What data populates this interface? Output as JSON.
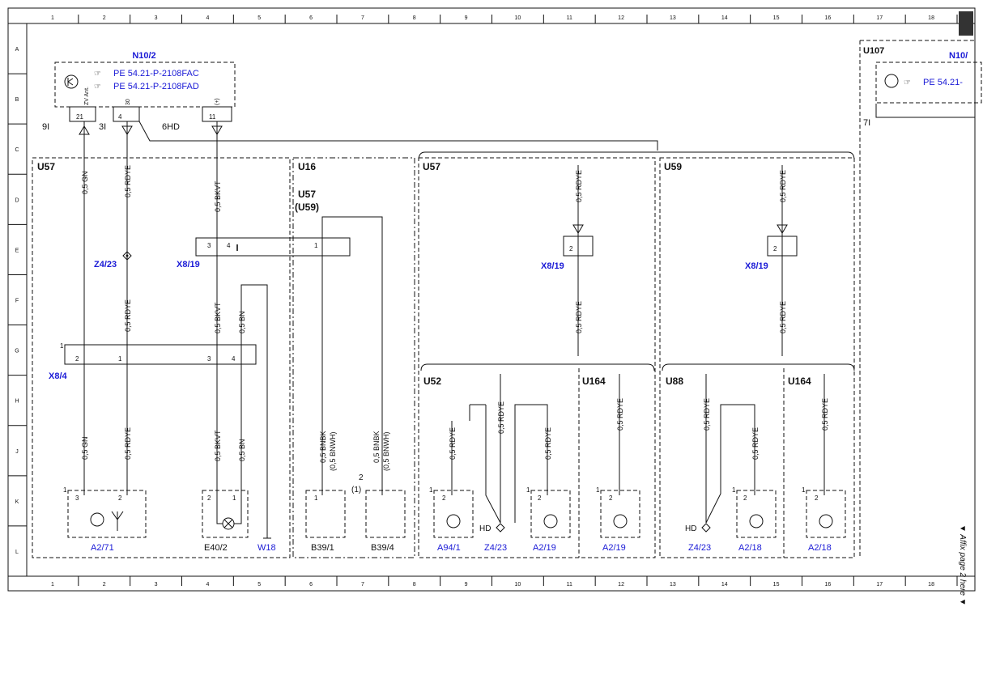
{
  "grid": {
    "columns": [
      "1",
      "2",
      "3",
      "4",
      "5",
      "6",
      "7",
      "8",
      "9",
      "10",
      "11",
      "12",
      "13",
      "14",
      "15",
      "16",
      "17",
      "18"
    ],
    "rows": [
      "A",
      "B",
      "C",
      "D",
      "E",
      "F",
      "G",
      "H",
      "J",
      "K",
      "L"
    ]
  },
  "ecu_left": {
    "name": "N10/2",
    "refs": [
      "PE 54.21-P-2108FAC",
      "PE 54.21-P-2108FAD"
    ],
    "pins": [
      {
        "num": "21",
        "signal": "ZV Ant.",
        "ref": "9I"
      },
      {
        "num": "4",
        "signal": "30",
        "ref": "3I"
      },
      {
        "num": "11",
        "signal": "(+)",
        "ref": "6HD"
      }
    ]
  },
  "ecu_right": {
    "module": "U107",
    "name": "N10/",
    "ref": "PE 54.21-",
    "pin_ref": "7I"
  },
  "modules": {
    "u57_left": "U57",
    "u16": "U16",
    "u57_sub": "U57",
    "u59_sub": "(U59)",
    "u57_right": "U57",
    "u59": "U59",
    "u52": "U52",
    "u164_a": "U164",
    "u88": "U88",
    "u164_b": "U164"
  },
  "wires": {
    "gn": "0,5 GN",
    "rdye": "0,5 RDYE",
    "bkvt": "0,5 BKVT",
    "bn": "0,5 BN",
    "bnbk": "0,5 BNBK",
    "bnwh": "(0,5 BNWH)"
  },
  "connectors": {
    "z4_23": "Z4/23",
    "x8_19": "X8/19",
    "x8_4": "X8/4",
    "x8_19_a": "X8/19",
    "x8_19_b": "X8/19"
  },
  "components": {
    "a2_71": "A2/71",
    "e40_2": "E40/2",
    "w18": "W18",
    "b39_1": "B39/1",
    "b39_4": "B39/4",
    "a94_1": "A94/1",
    "z4_23_a": "Z4/23",
    "a2_19_a": "A2/19",
    "a2_19_b": "A2/19",
    "z4_23_b": "Z4/23",
    "a2_18_a": "A2/18",
    "a2_18_b": "A2/18"
  },
  "labels": {
    "hd": "HD",
    "alt_num": "2",
    "alt_num_paren": "(1)"
  },
  "pins": {
    "one": "1",
    "two": "2",
    "three": "3",
    "four": "4"
  },
  "affix_note": "▼ Affix page 2 here ▼"
}
